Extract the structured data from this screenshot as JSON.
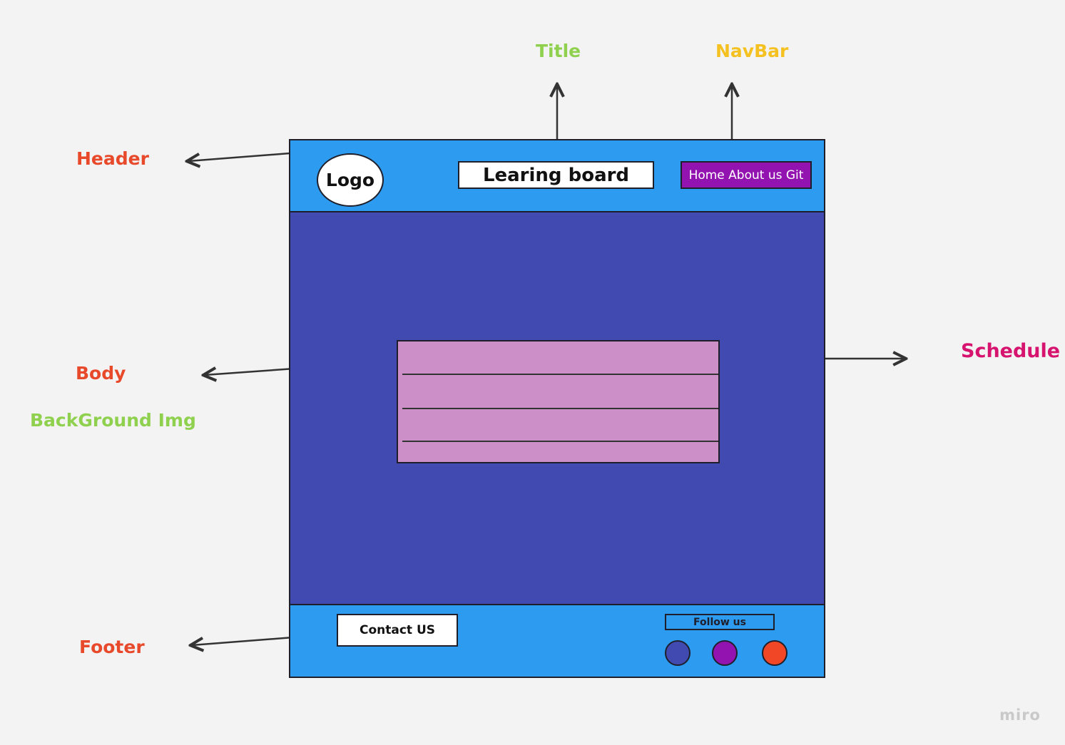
{
  "annotations": {
    "header": "Header",
    "title": "Title",
    "navbar": "NavBar",
    "body": "Body",
    "background_img": "BackGround Img",
    "schedule": "Schedule",
    "footer": "Footer"
  },
  "header": {
    "logo": "Logo",
    "title": "Learing board",
    "navbar": "Home About us Git"
  },
  "footer": {
    "contact": "Contact US",
    "follow": "Follow us"
  },
  "watermark": "miro",
  "colors": {
    "header_footer": "#2d9bf0",
    "body": "#414ab0",
    "navbar": "#9313b0",
    "schedule": "#cc8fc8",
    "annot_red": "#e8492b",
    "annot_green": "#8fd14f",
    "annot_yellow": "#f4c120",
    "annot_magenta": "#d6136e",
    "social_1": "#414ab0",
    "social_2": "#9313b0",
    "social_3": "#f24726"
  }
}
